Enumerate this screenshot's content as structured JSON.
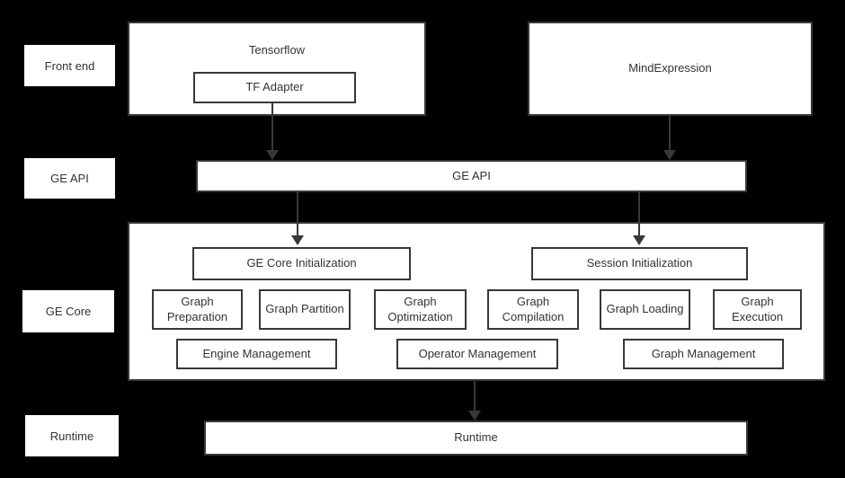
{
  "theme": {
    "bg": "#000000",
    "box-fill": "#ffffff",
    "border": "#383838",
    "text": "#333333",
    "arrow": "#383838"
  },
  "side_labels": [
    {
      "label": "Front end"
    },
    {
      "label": "GE API"
    },
    {
      "label": "GE Core"
    },
    {
      "label": "Runtime"
    }
  ],
  "frontend": {
    "tensorflow_label": "Tensorflow",
    "tf_adapter_label": "TF Adapter",
    "mindexpression_label": "MindExpression"
  },
  "ge_api": {
    "label": "GE API"
  },
  "ge_core": {
    "init_boxes": [
      "GE Core Initialization",
      "Session Initialization"
    ],
    "stage_boxes": [
      "Graph Preparation",
      "Graph Partition",
      "Graph Optimization",
      "Graph Compilation",
      "Graph Loading",
      "Graph Execution"
    ],
    "management_boxes": [
      "Engine Management",
      "Operator Management",
      "Graph Management"
    ]
  },
  "runtime": {
    "label": "Runtime"
  },
  "arrows": [
    {
      "from": "TF Adapter",
      "to": "GE API"
    },
    {
      "from": "MindExpression",
      "to": "GE API"
    },
    {
      "from": "GE API",
      "to": "GE Core Initialization"
    },
    {
      "from": "GE API",
      "to": "Session Initialization"
    },
    {
      "from": "GE Core",
      "to": "Runtime"
    }
  ]
}
